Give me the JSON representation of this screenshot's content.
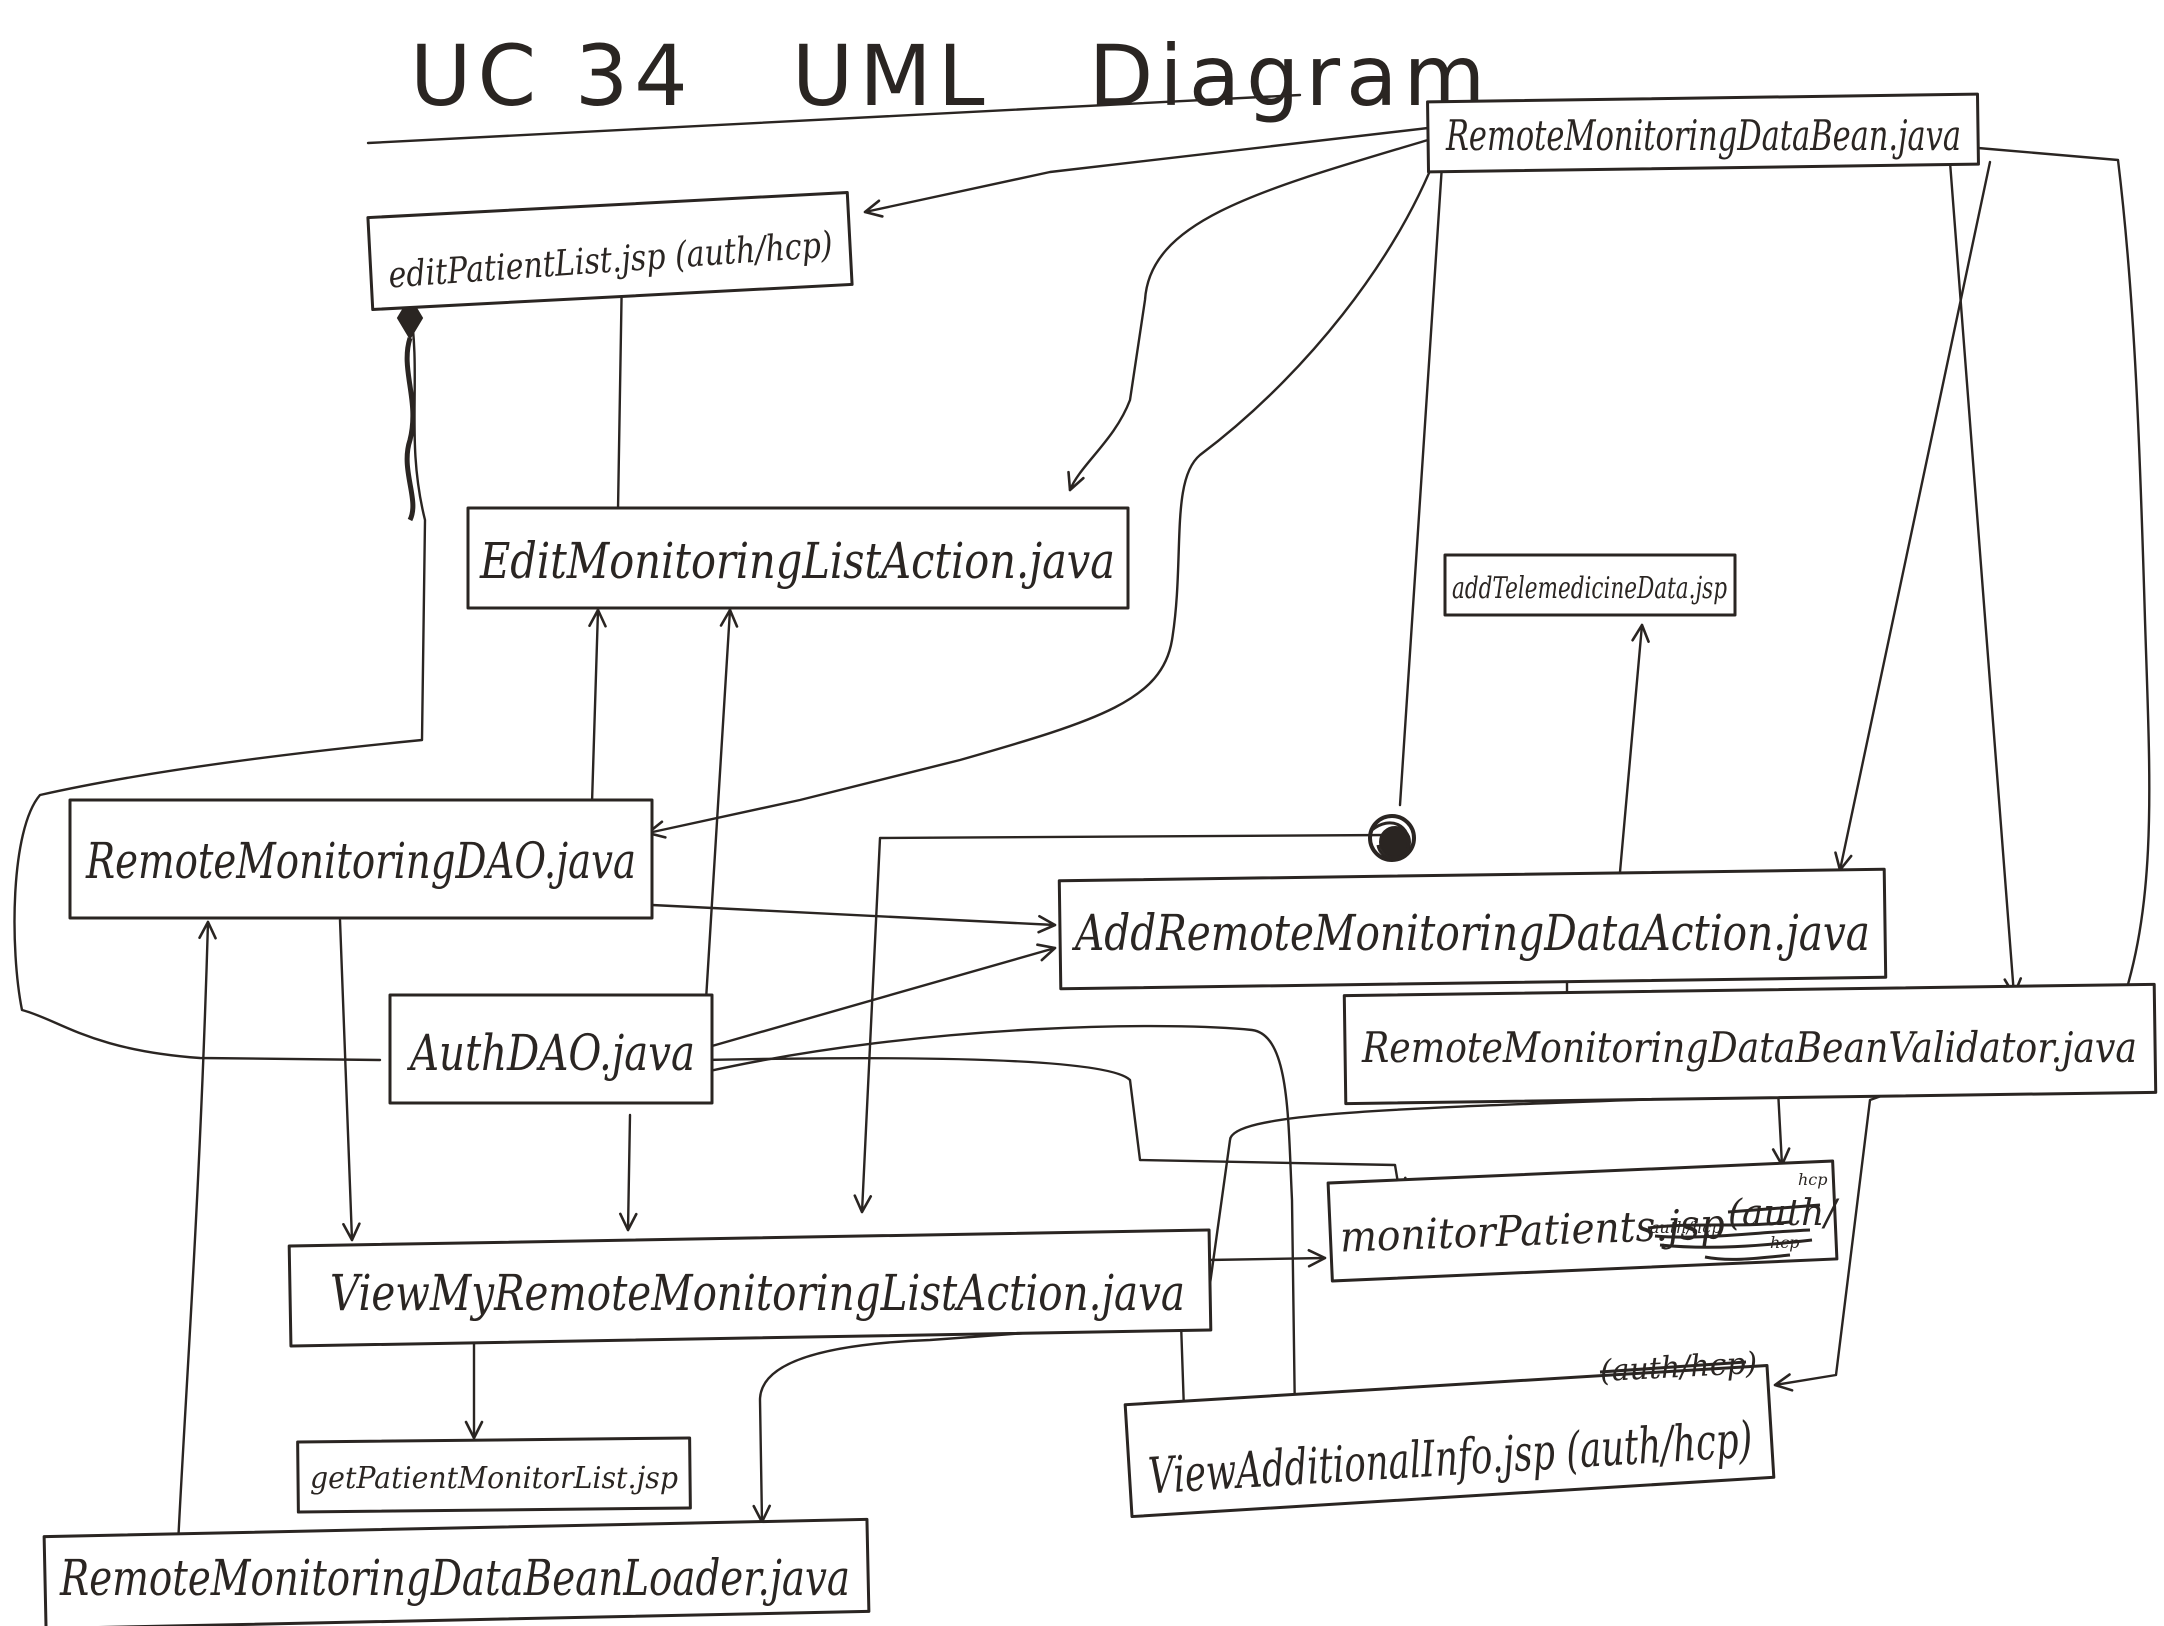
{
  "title": "UC 34   UML   Diagram",
  "classes": {
    "remote_monitoring_data_bean": "RemoteMonitoringDataBean.java",
    "edit_patient_list_jsp": "editPatientList.jsp (auth/hcp)",
    "edit_monitoring_list_action": "EditMonitoringListAction.java",
    "add_telemedicine_data_jsp": "addTelemedicineData.jsp",
    "remote_monitoring_dao": "RemoteMonitoringDAO.java",
    "add_remote_monitoring_data_action": "AddRemoteMonitoringDataAction.java",
    "auth_dao": "AuthDAO.java",
    "remote_monitoring_data_bean_validator": "RemoteMonitoringDataBeanValidator.java",
    "monitor_patients_jsp": "monitorPatients.jsp",
    "view_my_remote_monitoring_list_action": "ViewMyRemoteMonitoringListAction.java",
    "get_patient_monitor_list_jsp": "getPatientMonitorList.jsp",
    "view_additional_info_jsp": "ViewAdditionalInfo.jsp (auth/hcp)",
    "remote_monitoring_data_bean_loader": "RemoteMonitoringDataBeanLoader.java"
  },
  "annotations": {
    "monitor_struck_suffix": "(auth/",
    "monitor_hcp": "hcp",
    "monitor_scribble_1": "auth/hcp",
    "monitor_scribble_2": "hcp",
    "viewinfo_struck": "(auth/hcp)"
  }
}
